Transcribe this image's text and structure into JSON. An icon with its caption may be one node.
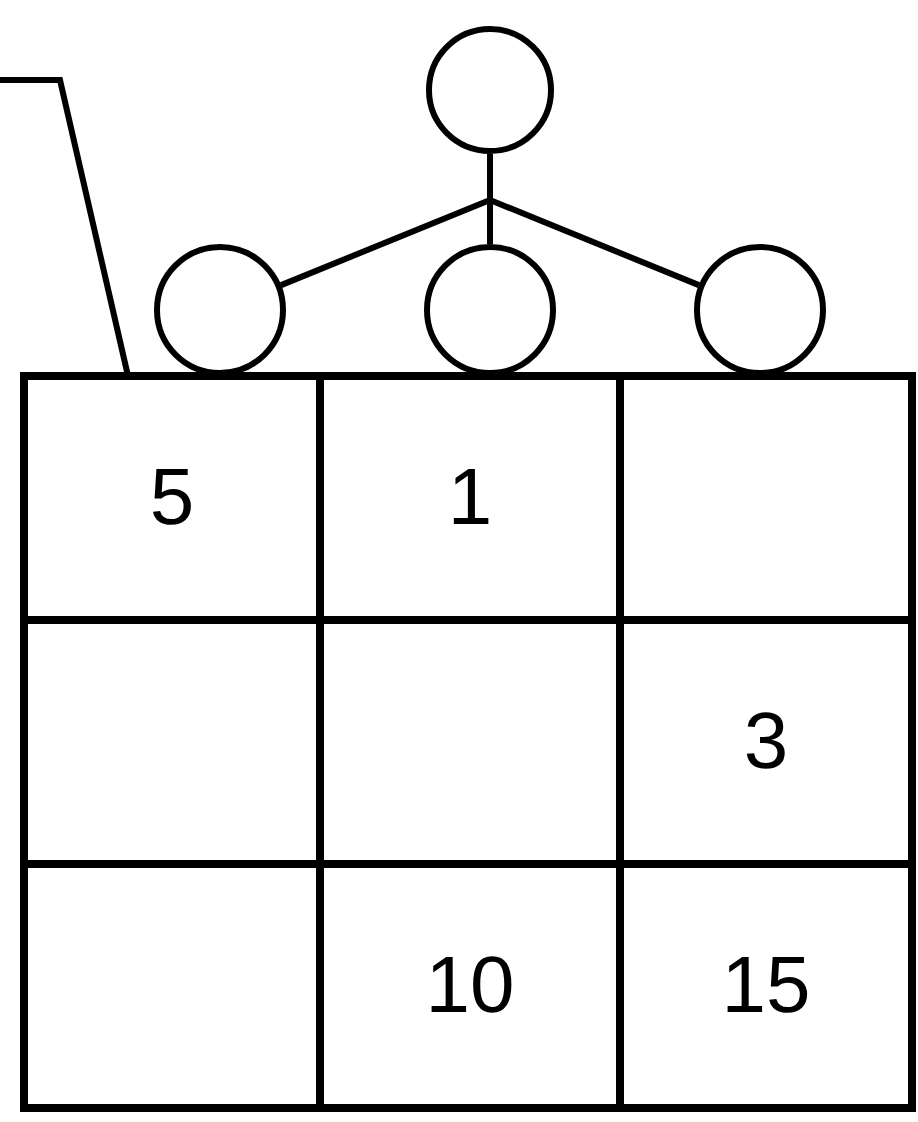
{
  "diagram": {
    "nodes": [
      {
        "text": [],
        "shape": "circle"
      },
      {
        "text": [],
        "shape": "circle"
      },
      {
        "text": [],
        "shape": "circle"
      },
      {
        "text": [],
        "shape": "circle"
      },
      {
        "text": [
          "5"
        ]
      },
      {
        "text": [
          "1"
        ]
      },
      {
        "text": [],
        "shape": "box"
      },
      {
        "text": [],
        "shape": "box"
      },
      {
        "text": [],
        "shape": "box"
      },
      {
        "text": [
          "3"
        ]
      },
      {
        "text": [],
        "shape": "box"
      },
      {
        "text": [
          "10"
        ]
      },
      {
        "text": [
          "15"
        ]
      }
    ],
    "edges": [
      {
        "from": 0,
        "to": 1,
        "arrow": "none"
      },
      {
        "from": 0,
        "to": 2,
        "arrow": "none"
      },
      {
        "from": 0,
        "to": 3,
        "arrow": "none"
      },
      {
        "from": null,
        "to": 4,
        "arrow": "none"
      }
    ]
  }
}
